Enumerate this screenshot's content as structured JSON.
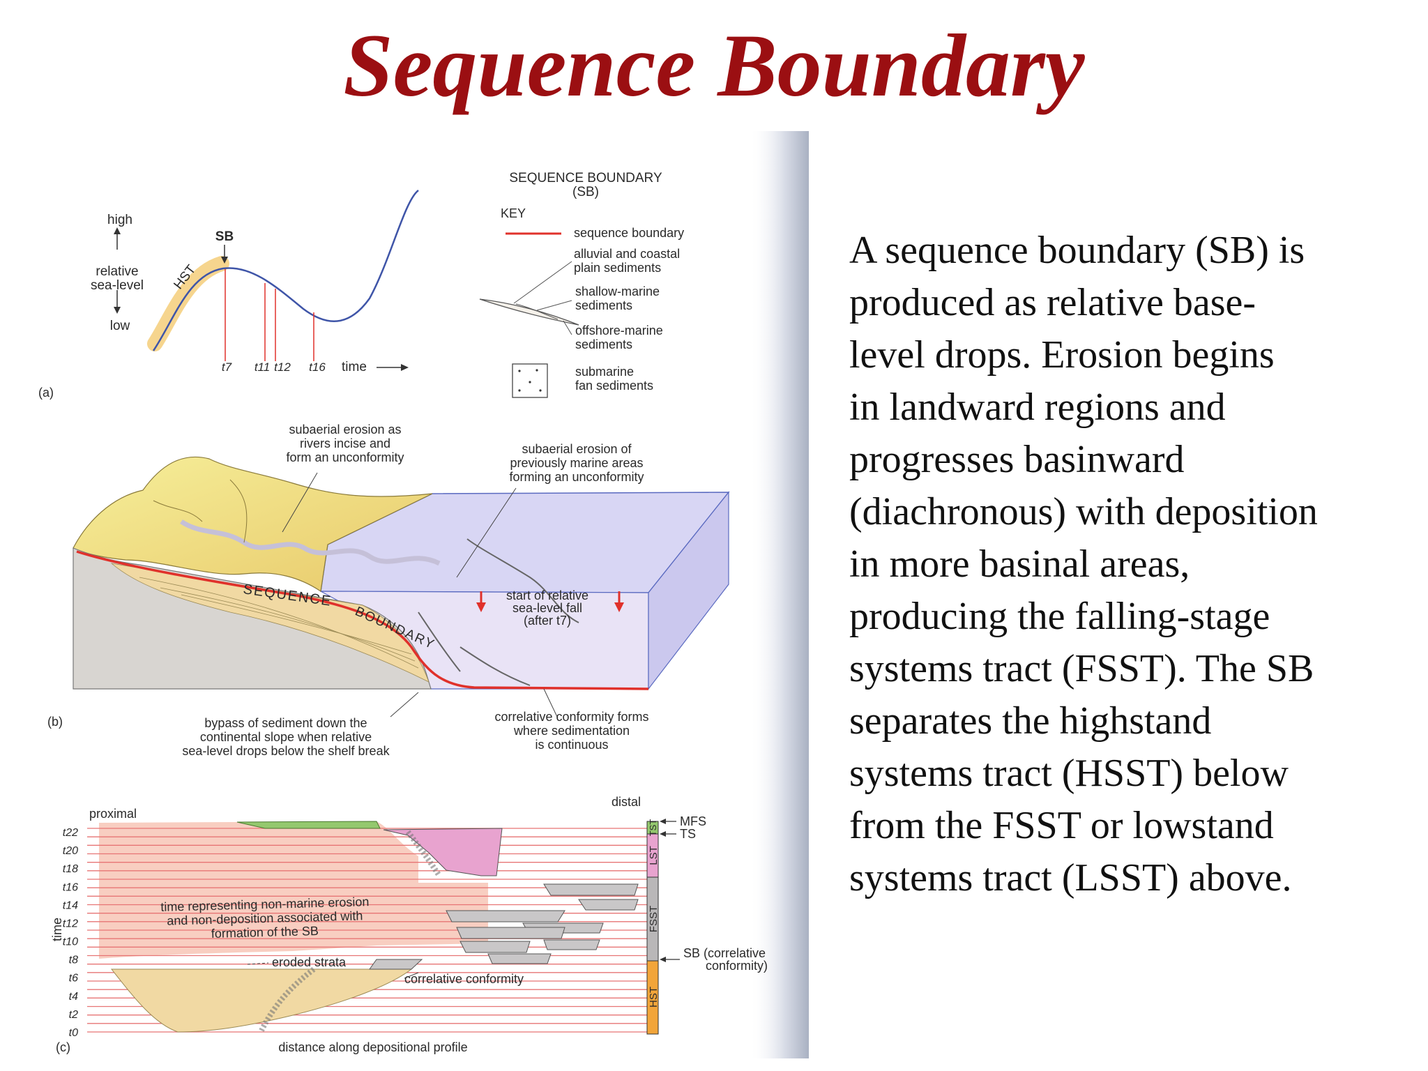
{
  "title": "Sequence Boundary",
  "colors": {
    "title": "#9b0f12",
    "sequence_boundary": "#e0312b",
    "hst_band": "#f6d58e",
    "sea_level_curve": "#3f55a8",
    "land_yellow": "#f1df6a",
    "water": "#cfcdf2",
    "time_lines": "#e77575",
    "erosion_area": "#f7c9ba",
    "st_bar_green": "#94c86e",
    "st_bar_pink": "#e8a3cf",
    "st_bar_gray": "#b9b7b8",
    "st_bar_orange": "#f2a53a"
  },
  "description_lines": [
    "A sequence boundary (SB) is",
    "produced as relative base-",
    "level drops.  Erosion begins",
    "in landward regions and",
    "progresses basinward",
    "(diachronous) with deposition",
    "in more basinal areas,",
    "producing the falling-stage",
    "systems tract (FSST).  The SB",
    "separates the highstand",
    "systems tract (HSST) below",
    "from the FSST or lowstand",
    "systems tract (LSST) above."
  ],
  "panel_a": {
    "label": "(a)",
    "y_high": "high",
    "y_mid_1": "relative",
    "y_mid_2": "sea-level",
    "y_low": "low",
    "hst": "HST",
    "sb": "SB",
    "time_axis": "time",
    "ticks": [
      "t7",
      "t11",
      "t12",
      "t16"
    ]
  },
  "key": {
    "heading_1": "SEQUENCE BOUNDARY",
    "heading_2": "(SB)",
    "key_label": "KEY",
    "sb_line": "sequence boundary",
    "alluvial_1": "alluvial and coastal",
    "alluvial_2": "plain sediments",
    "shallow_1": "shallow-marine",
    "shallow_2": "sediments",
    "offshore_1": "offshore-marine",
    "offshore_2": "sediments",
    "fan_1": "submarine",
    "fan_2": "fan sediments"
  },
  "panel_b": {
    "label": "(b)",
    "sub_erosion_1": "subaerial erosion as",
    "sub_erosion_2": "rivers incise and",
    "sub_erosion_3": "form an unconformity",
    "marine_erosion_1": "subaerial erosion of",
    "marine_erosion_2": "previously marine areas",
    "marine_erosion_3": "forming an unconformity",
    "sequence_word": "SEQUENCE",
    "boundary_word": "BOUNDARY",
    "fall_1": "start of relative",
    "fall_2": "sea-level fall",
    "fall_3": "(after t7)",
    "bypass_1": "bypass of sediment down the",
    "bypass_2": "continental slope when relative",
    "bypass_3": "sea-level drops below the shelf break",
    "correlative_1": "correlative conformity forms",
    "correlative_2": "where sedimentation",
    "correlative_3": "is continuous"
  },
  "panel_c": {
    "label": "(c)",
    "proximal": "proximal",
    "distal": "distal",
    "time_axis": "time",
    "t_labels": [
      "t22",
      "t20",
      "t18",
      "t16",
      "t14",
      "t12",
      "t10",
      "t8",
      "t6",
      "t4",
      "t2",
      "t0"
    ],
    "erosion_note_1": "time representing non-marine erosion",
    "erosion_note_2": "and non-deposition associated with",
    "erosion_note_3": "formation of the SB",
    "eroded": "eroded strata",
    "correlative": "correlative conformity",
    "distance": "distance along depositional profile",
    "mfs": "MFS",
    "ts": "TS",
    "sb_right_1": "SB (correlative",
    "sb_right_2": "conformity)",
    "tracts": [
      "TST",
      "LST",
      "FSST",
      "HST"
    ]
  }
}
